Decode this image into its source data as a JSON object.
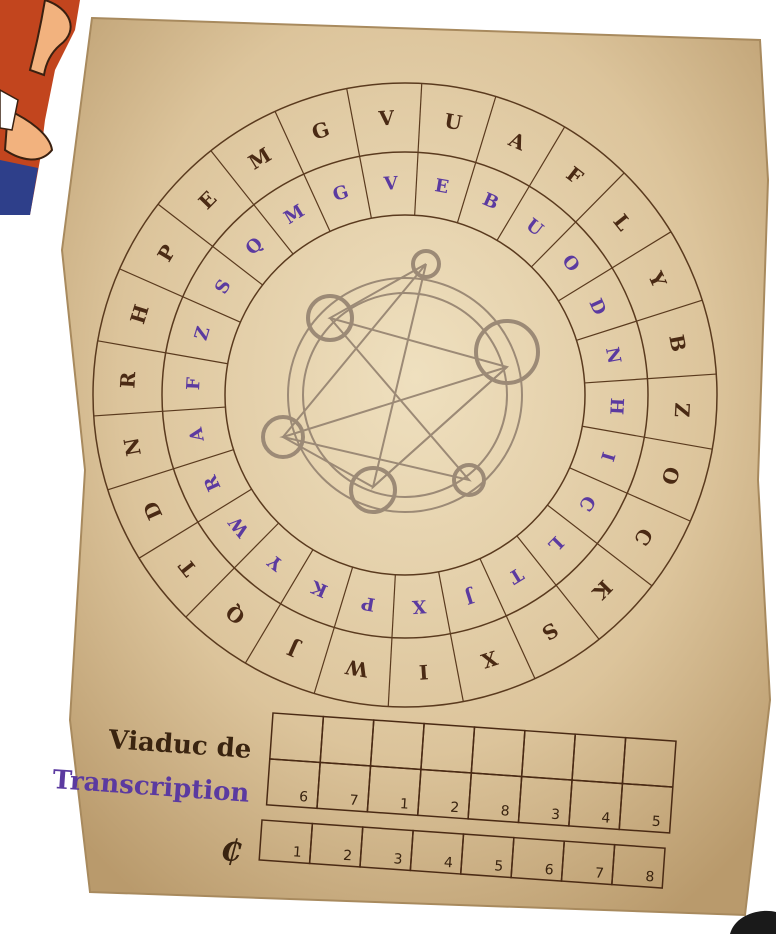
{
  "cipher_wheel": {
    "outer_ring": [
      "U",
      "A",
      "F",
      "L",
      "Y",
      "B",
      "Z",
      "O",
      "C",
      "K",
      "S",
      "X",
      "I",
      "W",
      "J",
      "Q",
      "T",
      "D",
      "N",
      "R",
      "H",
      "P",
      "E",
      "M",
      "G",
      "V"
    ],
    "inner_ring": [
      "V",
      "E",
      "B",
      "U",
      "O",
      "D",
      "N",
      "H",
      "I",
      "C",
      "L",
      "T",
      "J",
      "X",
      "P",
      "K",
      "Y",
      "W",
      "R",
      "A",
      "F",
      "Z",
      "S",
      "Q",
      "M",
      "G"
    ]
  },
  "transcription": {
    "title_line1": "Viaduc de",
    "title_line2": "Transcription",
    "grid_numbers": [
      "6",
      "7",
      "1",
      "2",
      "8",
      "3",
      "4",
      "5"
    ],
    "key_symbol": "₵",
    "key_numbers": [
      "1",
      "2",
      "3",
      "4",
      "5",
      "6",
      "7",
      "8"
    ]
  },
  "colors": {
    "parchment": "#d9c39a",
    "ink_brown": "#4a2a14",
    "ink_purple": "#5b3aa0",
    "pentacle": "#9c8a76"
  }
}
